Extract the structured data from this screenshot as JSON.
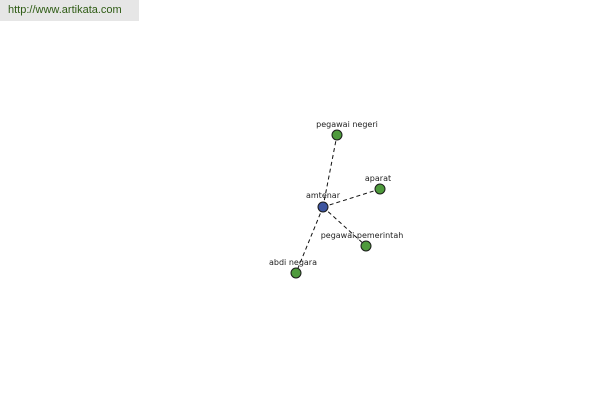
{
  "source_url": "http://www.artikata.com",
  "colors": {
    "center_node": "#3d55a0",
    "synonym_node": "#4e9a3c",
    "edge": "#111111",
    "banner_bg": "#e6e6e6",
    "banner_text": "#2e5b14"
  },
  "graph": {
    "center": {
      "label": "amtenar"
    },
    "synonyms": [
      {
        "label": "pegawai negeri"
      },
      {
        "label": "aparat"
      },
      {
        "label": "pegawai pemerintah"
      },
      {
        "label": "abdi negara"
      }
    ]
  }
}
